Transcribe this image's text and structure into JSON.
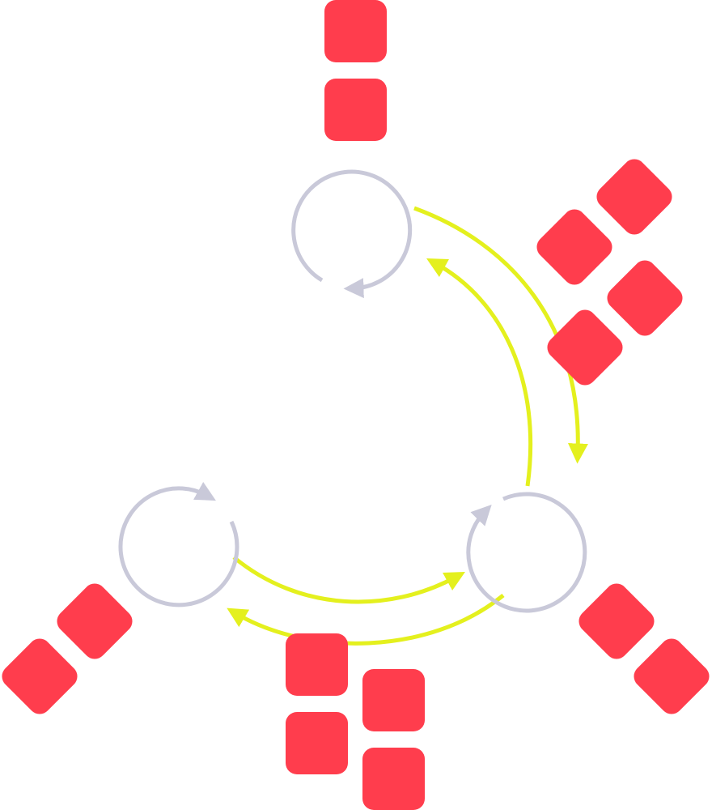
{
  "colors": {
    "background": "#ffffff",
    "block": "#ff3d4d",
    "cycle_ring": "#c9c9d9",
    "transfer_arrow": "#e4f01e"
  },
  "diagram": {
    "nodes": [
      {
        "id": "top-node",
        "block_count": 2
      },
      {
        "id": "right-node",
        "block_count": 2
      },
      {
        "id": "left-node",
        "block_count": 2
      }
    ],
    "exchanges": [
      {
        "between": [
          "top-node",
          "right-node"
        ],
        "block_count": 4
      },
      {
        "between": [
          "right-node",
          "left-node"
        ],
        "block_count": 4
      }
    ]
  }
}
